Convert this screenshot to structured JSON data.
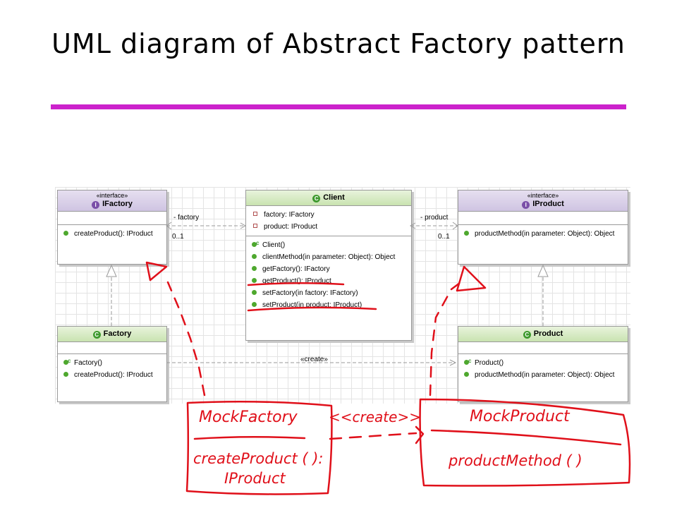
{
  "slide": {
    "title": "UML diagram of Abstract Factory pattern"
  },
  "uml": {
    "ifactory": {
      "stereotype": "«interface»",
      "name": "IFactory",
      "operations": [
        "createProduct(): IProduct"
      ]
    },
    "client": {
      "name": "Client",
      "attributes": [
        "factory: IFactory",
        "product: IProduct"
      ],
      "operations": [
        "Client()",
        "clientMethod(in parameter: Object): Object",
        "getFactory(): IFactory",
        "getProduct(): IProduct",
        "setFactory(in factory: IFactory)",
        "setProduct(in product: IProduct)"
      ]
    },
    "iproduct": {
      "stereotype": "«interface»",
      "name": "IProduct",
      "operations": [
        "productMethod(in parameter: Object): Object"
      ]
    },
    "factory": {
      "name": "Factory",
      "operations": [
        "Factory()",
        "createProduct(): IProduct"
      ]
    },
    "product": {
      "name": "Product",
      "operations": [
        "Product()",
        "productMethod(in parameter: Object): Object"
      ]
    },
    "assoc_factory": {
      "role": "- factory",
      "multiplicity": "0..1"
    },
    "assoc_product": {
      "role": "- product",
      "multiplicity": "0..1"
    },
    "create_label": "«create»",
    "badge_interface": "I",
    "badge_class": "C"
  },
  "annotations": {
    "mock_factory": {
      "name": "MockFactory",
      "method_line1": "createProduct ( ):",
      "method_line2": "IProduct"
    },
    "mock_product": {
      "name": "MockProduct",
      "method": "productMethod ( )"
    },
    "create_label": "<<create>>",
    "ink_color": "#e0101a"
  },
  "colors": {
    "title_rule": "#cc22cc",
    "interface_header": "#cfc4e2",
    "class_header": "#c9e3b0"
  }
}
